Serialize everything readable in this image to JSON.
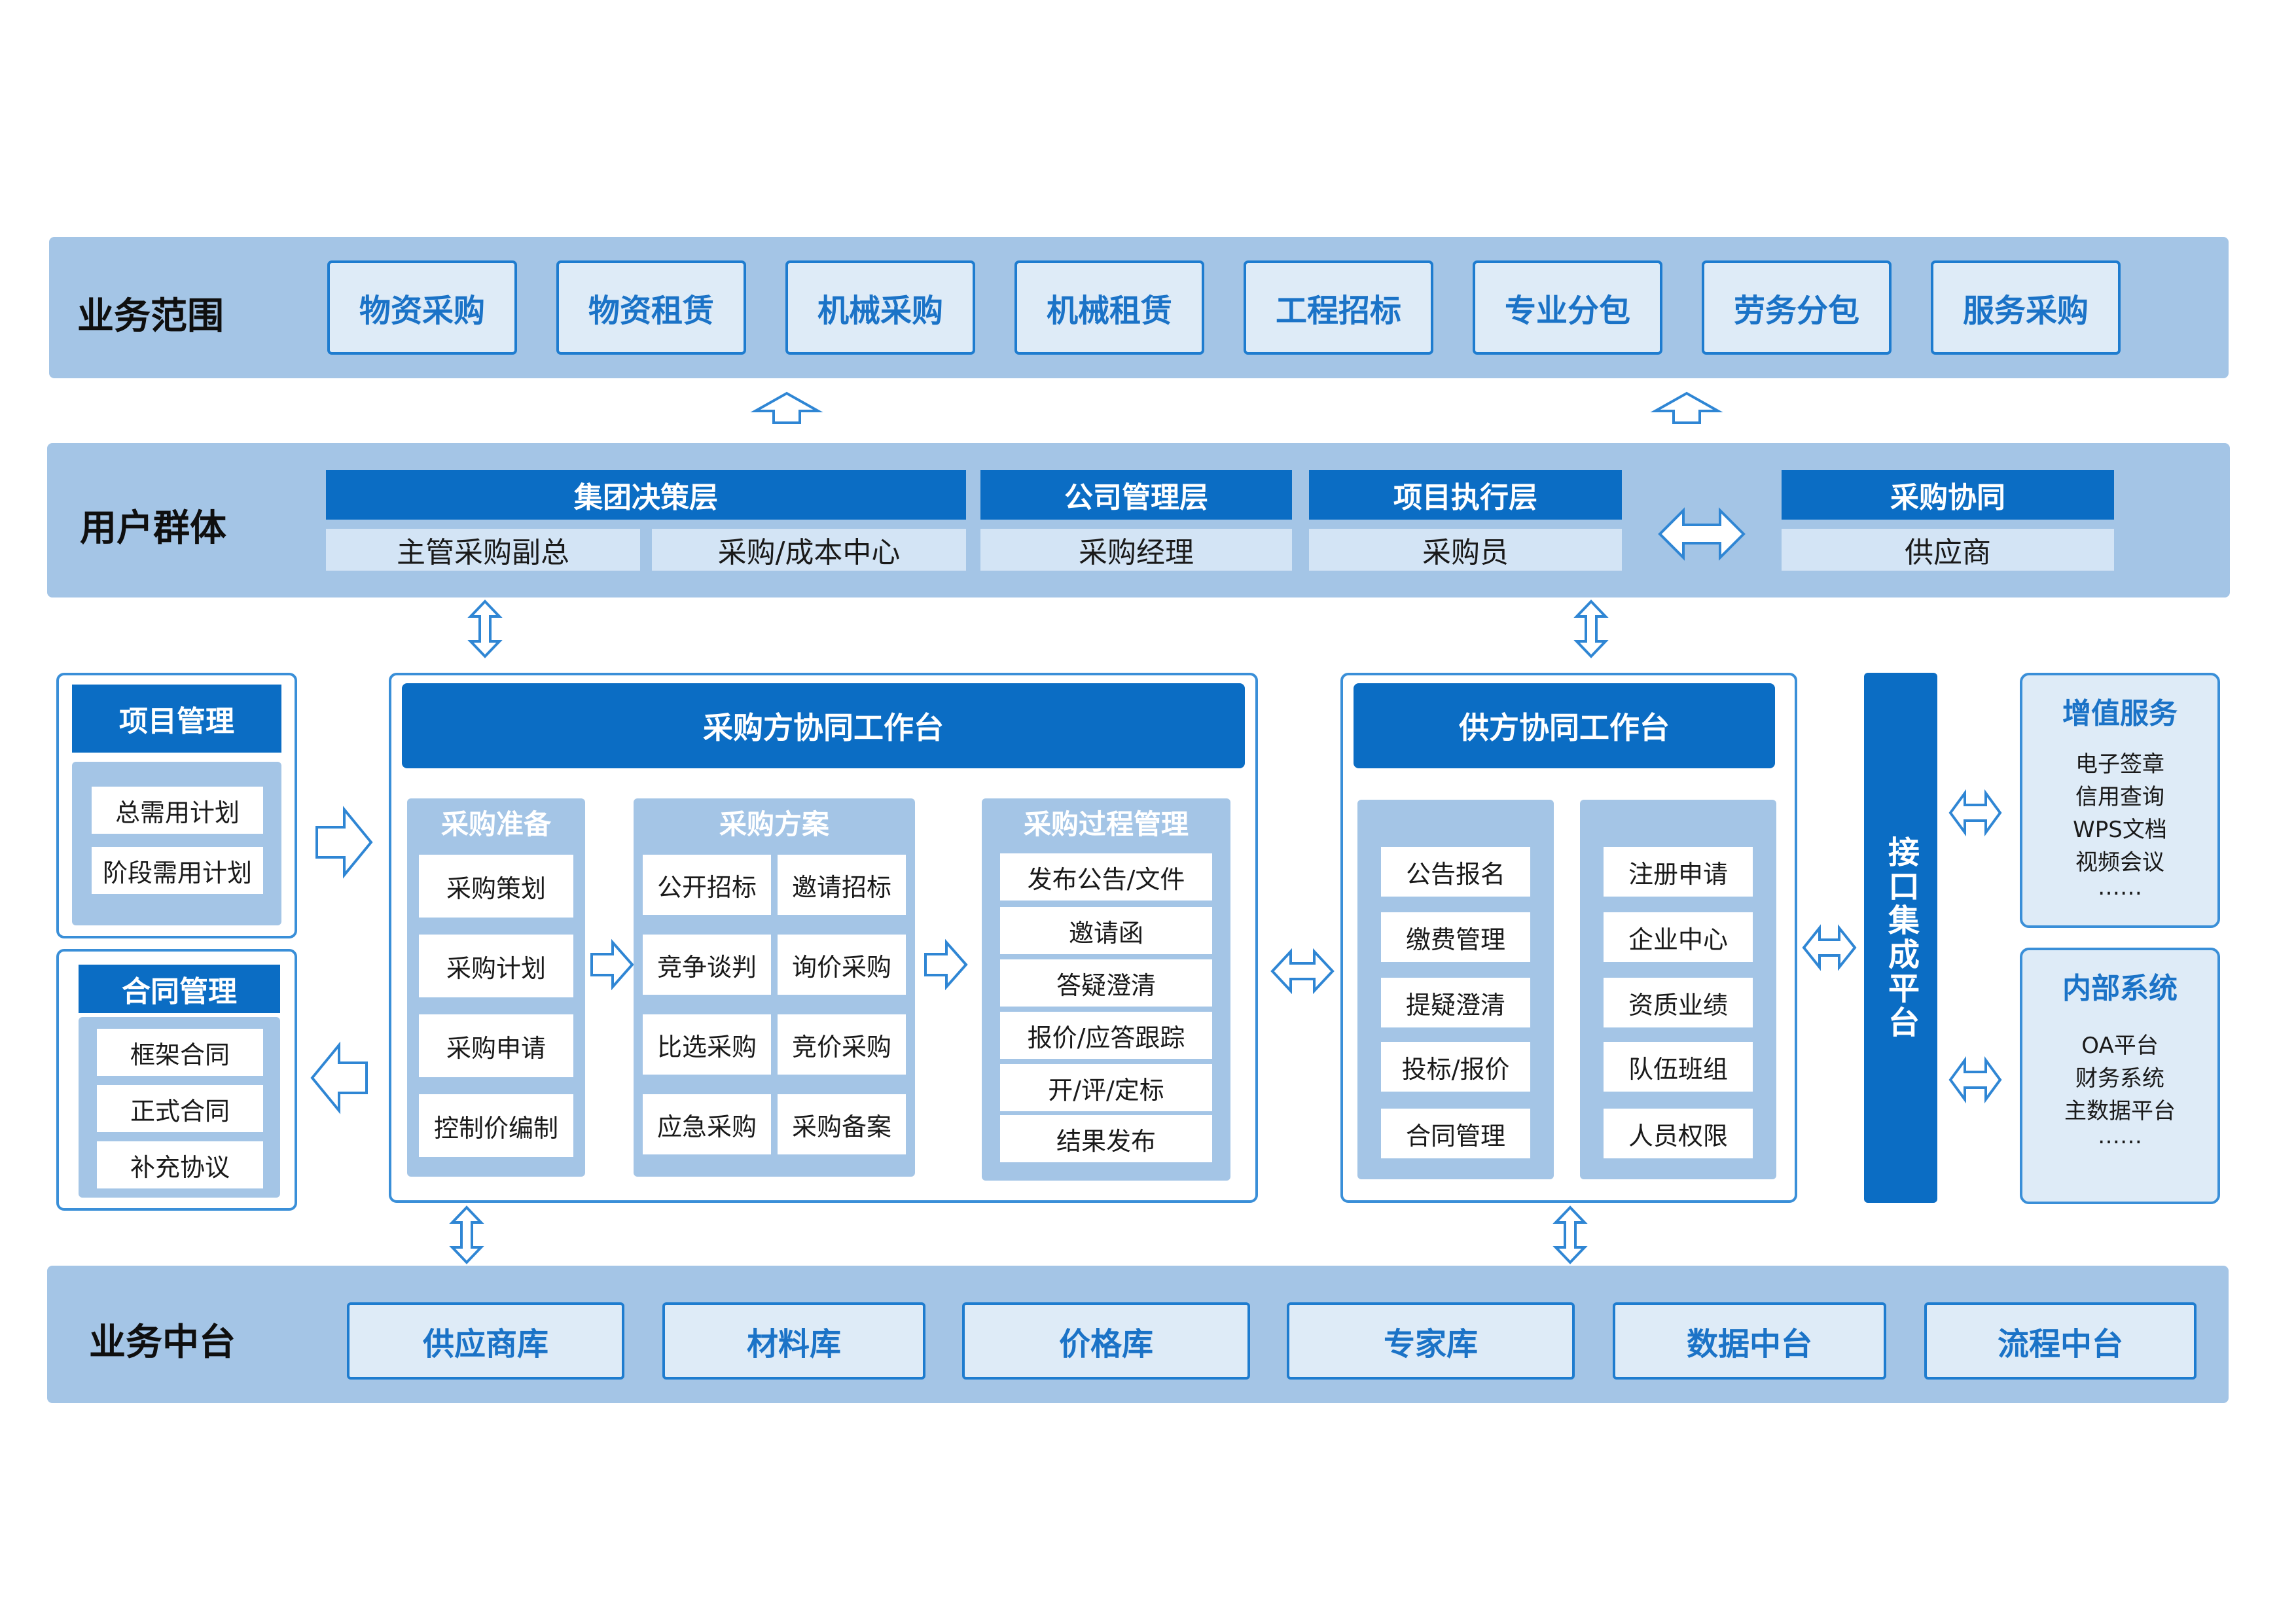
{
  "scope": {
    "label": "业务范围",
    "items": [
      "物资采购",
      "物资租赁",
      "机械采购",
      "机械租赁",
      "工程招标",
      "专业分包",
      "劳务分包",
      "服务采购"
    ]
  },
  "users": {
    "label": "用户群体",
    "heads": [
      "集团决策层",
      "公司管理层",
      "项目执行层",
      "采购协同"
    ],
    "cells": [
      "主管采购副总",
      "采购/成本中心",
      "采购经理",
      "采购员",
      "供应商"
    ]
  },
  "project": {
    "title": "项目管理",
    "items": [
      "总需用计划",
      "阶段需用计划"
    ]
  },
  "contract": {
    "title": "合同管理",
    "items": [
      "框架合同",
      "正式合同",
      "补充协议"
    ]
  },
  "buyer": {
    "title": "采购方协同工作台",
    "prep": {
      "title": "采购准备",
      "items": [
        "采购策划",
        "采购计划",
        "采购申请",
        "控制价编制"
      ]
    },
    "plan": {
      "title": "采购方案",
      "items": [
        "公开招标",
        "邀请招标",
        "竞争谈判",
        "询价采购",
        "比选采购",
        "竞价采购",
        "应急采购",
        "采购备案"
      ]
    },
    "process": {
      "title": "采购过程管理",
      "items": [
        "发布公告/文件",
        "邀请函",
        "答疑澄清",
        "报价/应答跟踪",
        "开/评/定标",
        "结果发布"
      ]
    }
  },
  "supplier": {
    "title": "供方协同工作台",
    "left": [
      "公告报名",
      "缴费管理",
      "提疑澄清",
      "投标/报价",
      "合同管理"
    ],
    "right": [
      "注册申请",
      "企业中心",
      "资质业绩",
      "队伍班组",
      "人员权限"
    ]
  },
  "interface": {
    "title": "接口集成平台"
  },
  "value_added": {
    "title": "增值服务",
    "items": [
      "电子签章",
      "信用查询",
      "WPS文档",
      "视频会议",
      "……"
    ]
  },
  "internal": {
    "title": "内部系统",
    "items": [
      "OA平台",
      "财务系统",
      "主数据平台",
      "……"
    ]
  },
  "middle": {
    "label": "业务中台",
    "items": [
      "供应商库",
      "材料库",
      "价格库",
      "专家库",
      "数据中台",
      "流程中台"
    ]
  },
  "colors": {
    "band": "#a4c5e6",
    "accent": "#0b6dc4",
    "light_box": "#deebf7",
    "border": "#1e7ccf"
  }
}
